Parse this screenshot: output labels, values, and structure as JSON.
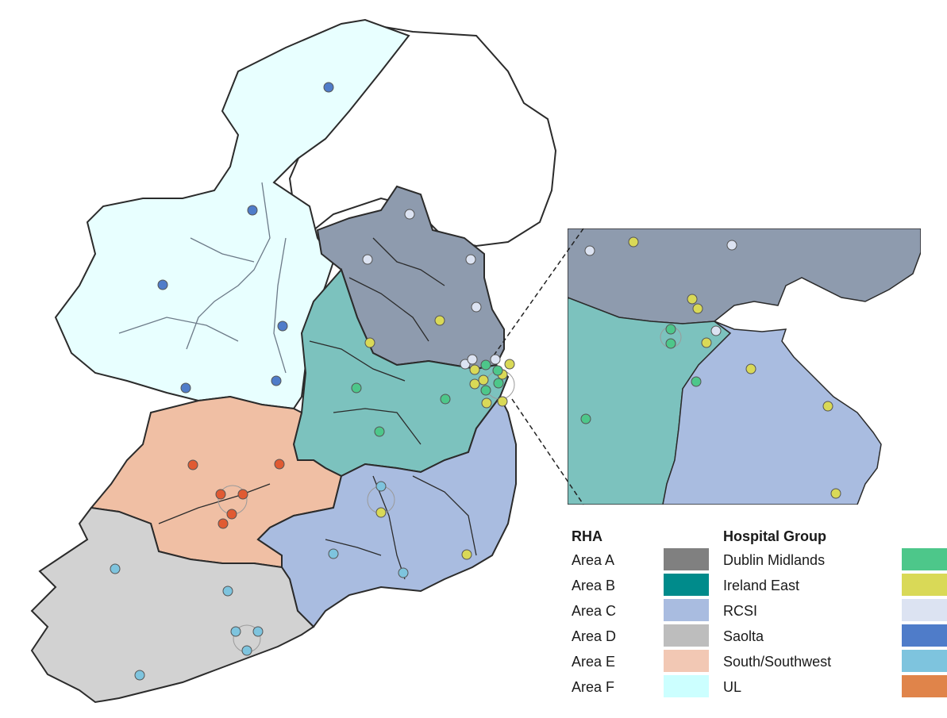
{
  "legend": {
    "rha_title": "RHA",
    "hg_title": "Hospital Group",
    "rha": [
      {
        "label": "Area A",
        "color": "#808080"
      },
      {
        "label": "Area B",
        "color": "#008B8B"
      },
      {
        "label": "Area C",
        "color": "#A9BCE0"
      },
      {
        "label": "Area D",
        "color": "#BDBDBD"
      },
      {
        "label": "Area E",
        "color": "#F2C8B4"
      },
      {
        "label": "Area F",
        "color": "#CCFFFF"
      }
    ],
    "hospital_groups": [
      {
        "label": "Dublin Midlands",
        "color": "#4DC78A"
      },
      {
        "label": "Ireland East",
        "color": "#D9D957"
      },
      {
        "label": "RCSI",
        "color": "#DCE3F2"
      },
      {
        "label": "Saolta",
        "color": "#4F7CC9"
      },
      {
        "label": "South/Southwest",
        "color": "#7EC4DE"
      },
      {
        "label": "UL",
        "color": "#E0844A"
      }
    ]
  },
  "map_colors": {
    "area_a_fill": "#8E9BAE",
    "area_b_fill": "#7CC2BE",
    "area_c_fill": "#A9BCE0",
    "area_d_fill": "#D2D2D2",
    "area_e_fill": "#F0BFA4",
    "area_f_fill": "#E8FFFF",
    "border": "#2B2B2B",
    "dot_ul": "#E05A32"
  }
}
